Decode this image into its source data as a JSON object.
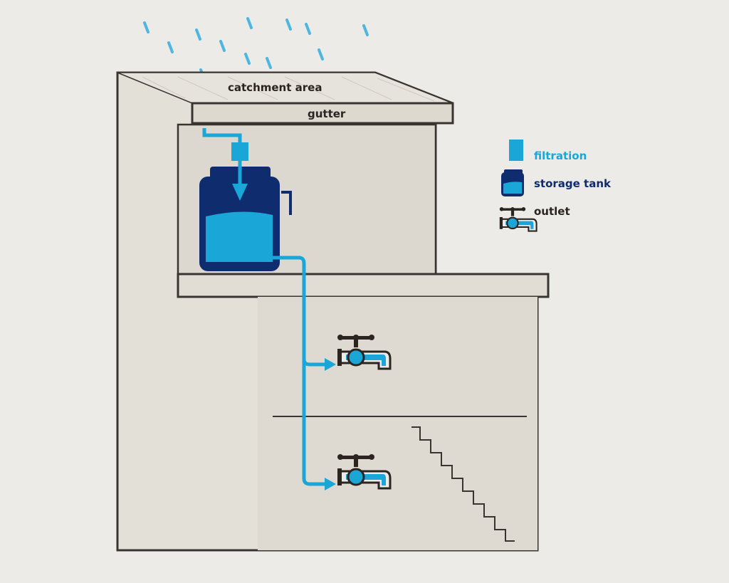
{
  "labels": {
    "catchment": "catchment area",
    "gutter": "gutter"
  },
  "legend": [
    {
      "icon": "filter-icon",
      "label": "filtration",
      "color": "#1aa6d6"
    },
    {
      "icon": "storage-tank-icon",
      "label": "storage tank",
      "color": "#0f2d6e"
    },
    {
      "icon": "faucet-icon",
      "label": "outlet",
      "color": "#2b2420"
    }
  ],
  "colors": {
    "background": "#ecebe7",
    "building": "#ddd9cf",
    "outline": "#3a3430",
    "water": "#1aa6d6",
    "tank": "#0f2d6e"
  }
}
